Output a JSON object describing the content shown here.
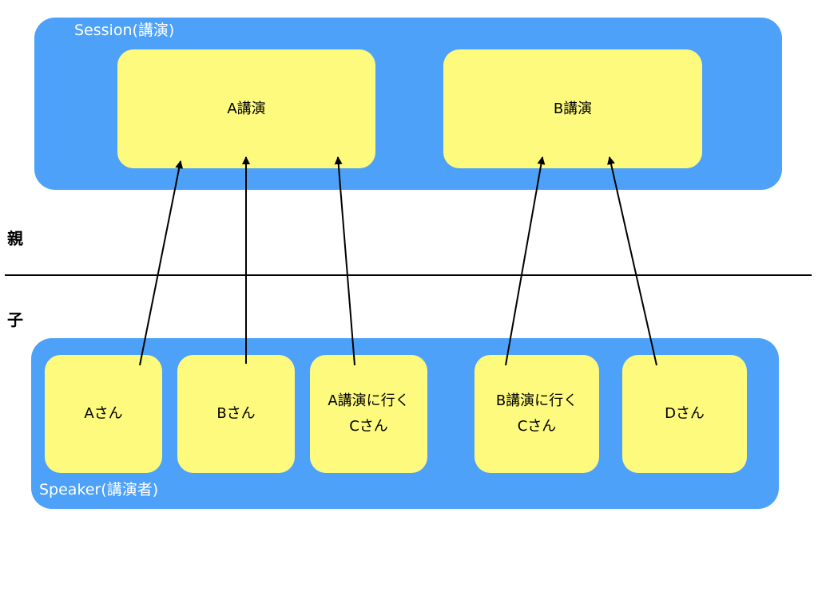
{
  "session": {
    "label": "Session(講演)",
    "talks": [
      {
        "id": "a",
        "label": "A講演"
      },
      {
        "id": "b",
        "label": "B講演"
      }
    ]
  },
  "speaker": {
    "label": "Speaker(講演者)",
    "people": [
      {
        "id": "a",
        "label": "Aさん"
      },
      {
        "id": "b",
        "label": "Bさん"
      },
      {
        "id": "c-a",
        "label": "A講演に行く\nCさん"
      },
      {
        "id": "c-b",
        "label": "B講演に行く\nCさん"
      },
      {
        "id": "d",
        "label": "Dさん"
      }
    ]
  },
  "tiers": {
    "parent": "親",
    "child": "子"
  },
  "links": [
    {
      "from": "a",
      "to": "a"
    },
    {
      "from": "b",
      "to": "a"
    },
    {
      "from": "c-a",
      "to": "a"
    },
    {
      "from": "c-b",
      "to": "b"
    },
    {
      "from": "d",
      "to": "b"
    }
  ],
  "colors": {
    "group": "#4ea1f8",
    "card": "#fdfa7e",
    "group_label": "#ffffff",
    "line": "#000000"
  }
}
